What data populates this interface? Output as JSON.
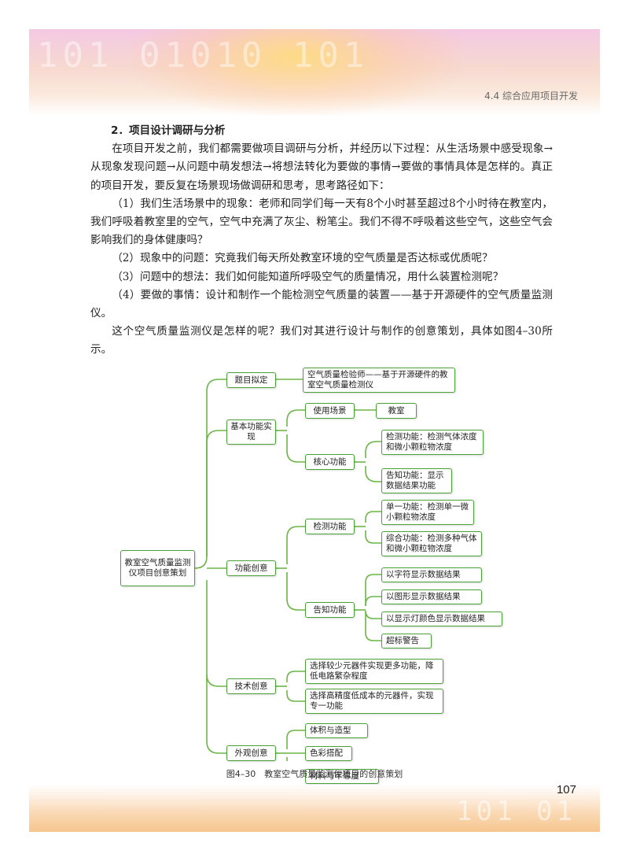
{
  "header": {
    "title": "4.4   综合应用项目开发",
    "deco": "101 01010 101"
  },
  "section": {
    "heading": "2．项目设计调研与分析",
    "paragraphs": [
      "在项目开发之前，我们都需要做项目调研与分析，并经历以下过程：从生活场景中感受现象→从现象发现问题→从问题中萌发想法→将想法转化为要做的事情→要做的事情具体是怎样的。真正的项目开发，要反复在场景现场做调研和思考，思考路径如下：",
      "（1）我们生活场景中的现象：老师和同学们每一天有8个小时甚至超过8个小时待在教室内，我们呼吸着教室里的空气，空气中充满了灰尘、粉笔尘。我们不得不呼吸着这些空气，这些空气会影响我们的身体健康吗？",
      "（2）现象中的问题：究竟我们每天所处教室环境的空气质量是否达标或优质呢？",
      "（3）问题中的想法：我们如何能知道所呼吸空气的质量情况，用什么装置检测呢？",
      "（4）要做的事情：设计和制作一个能检测空气质量的装置——基于开源硬件的空气质量监测仪。",
      "这个空气质量监测仪是怎样的呢？我们对其进行设计与制作的创意策划，具体如图4–30所示。"
    ]
  },
  "mindmap": {
    "root": "教室空气质量监测仪项目创意策划",
    "nodes": {
      "n1": "题目拟定",
      "n1a": "空气质量检验师——基于开源硬件的教室空气质量检测仪",
      "n2": "基本功能实现",
      "n2a": "使用场景",
      "n2a1": "教室",
      "n2b": "核心功能",
      "n2b1": "检测功能：检测气体浓度和微小颗粒物浓度",
      "n2b2": "告知功能：显示数据结果功能",
      "n3": "功能创意",
      "n3a": "检测功能",
      "n3a1": "单一功能：检测单一微小颗粒物浓度",
      "n3a2": "综合功能：检测多种气体和微小颗粒物浓度",
      "n3b": "告知功能",
      "n3b1": "以字符显示数据结果",
      "n3b2": "以图形显示数据结果",
      "n3b3": "以显示灯颜色显示数据结果",
      "n3b4": "超标警告",
      "n4": "技术创意",
      "n4a": "选择较少元器件实现更多功能，降低电路繁杂程度",
      "n4b": "选择高精度低成本的元器件，实现专一功能",
      "n5": "外观创意",
      "n5a": "体积与造型",
      "n5b": "色彩搭配",
      "n5c": "材料与牢靠度"
    }
  },
  "caption": "图4–30　教室空气质量监测仪项目的创意策划",
  "page_number": "107",
  "footer": {
    "deco": "101 01"
  },
  "colors": {
    "connector": "#6bb545",
    "node_border": "#4aa135"
  }
}
